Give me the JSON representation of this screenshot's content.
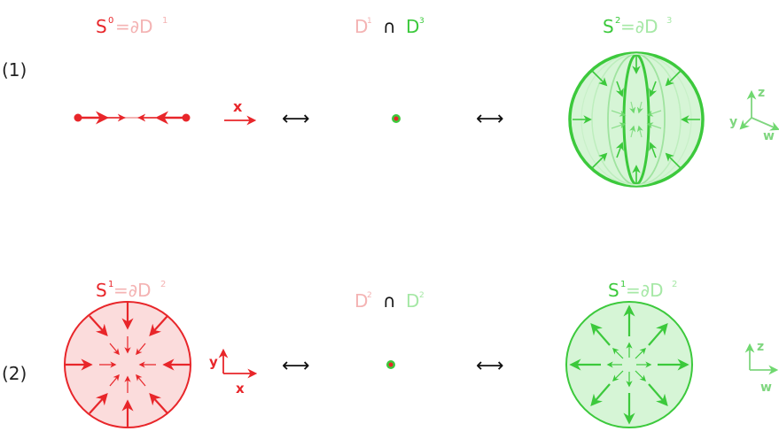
{
  "row1": {
    "label": "(1)",
    "left_title": {
      "S": "S",
      "sup_s": "0",
      "rest": "=∂D",
      "sup_d": "1"
    },
    "axis_x": "x",
    "middle_title": {
      "d1": "D",
      "d1_sup": "1",
      "cap": "∩",
      "d2": "D",
      "d2_sup": "3"
    },
    "right_title": {
      "S": "S",
      "sup_s": "2",
      "rest": "=∂D",
      "sup_d": "3"
    },
    "axis_labels": {
      "z": "z",
      "y": "y",
      "w": "w"
    },
    "arrow_left": "⟷",
    "arrow_right": "⟷"
  },
  "row2": {
    "label": "(2)",
    "left_title": {
      "S": "S",
      "sup_s": "1",
      "rest": "=∂D",
      "sup_d": "2"
    },
    "left_axes": {
      "y": "y",
      "x": "x"
    },
    "middle_title": {
      "d1": "D",
      "d1_sup": "2",
      "cap": "∩",
      "d2": "D",
      "d2_sup": "2"
    },
    "right_title": {
      "S": "S",
      "sup_s": "1",
      "rest": "=∂D",
      "sup_d": "2"
    },
    "right_axes": {
      "z": "z",
      "w": "w"
    },
    "arrow_left": "⟷",
    "arrow_right": "⟷"
  },
  "colors": {
    "red": "#e8262a",
    "pink": "#f4b3b3",
    "green": "#3cc93c",
    "light_green": "#a6e8a6",
    "fill_pink": "#fbdcdc",
    "fill_green": "#d6f5d6"
  }
}
